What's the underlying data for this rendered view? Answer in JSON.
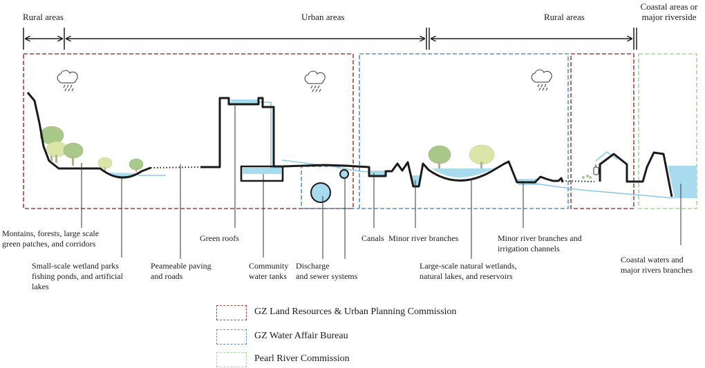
{
  "colors": {
    "land_planning": "#a6403c",
    "water_affair": "#5a8fc8",
    "pearl_river": "#a8d59a",
    "water": "#a9dbee",
    "water_line": "#8cc8e6",
    "tree_dark": "#a9c98a",
    "tree_light": "#d9e6a8",
    "ground": "#1a1a1a"
  },
  "zones": {
    "rural_left": "Rural areas",
    "urban": "Urban areas",
    "rural_right": "Rural areas",
    "coastal_line1": "Coastal areas or",
    "coastal_line2": "major riverside"
  },
  "labels": {
    "mountains": {
      "line1": "Montains, forests, large scale",
      "line2": "green  patches, and corridors"
    },
    "wetland_parks": {
      "line1": "Small-scale wetland parks",
      "line2": "fishing ponds, and artificial",
      "line3": "lakes"
    },
    "paving": {
      "line1": "Peameable paving",
      "line2": "and roads"
    },
    "green_roofs": "Green roofs",
    "water_tanks": {
      "line1": "Community",
      "line2": "water tanks"
    },
    "discharge": {
      "line1": "Discharge",
      "line2": "and sewer systems"
    },
    "canals": "Canals",
    "minor_branches": "Minor river branches",
    "natural_wetlands": {
      "line1": "Large-scale natural wetlands,",
      "line2": "natural lakes, and reservoirs"
    },
    "irrigation": {
      "line1": "Minor river branches and",
      "line2": "irrigation channels"
    },
    "coastal_waters": {
      "line1": "Coastal waters and",
      "line2": "major rivers branches"
    }
  },
  "legend": [
    {
      "label": "GZ Land Resources & Urban Planning Commission",
      "color": "#a6403c"
    },
    {
      "label": "GZ Water Affair Bureau",
      "color": "#5a8fc8"
    },
    {
      "label": "Pearl River Commission",
      "color": "#a8d59a"
    }
  ]
}
